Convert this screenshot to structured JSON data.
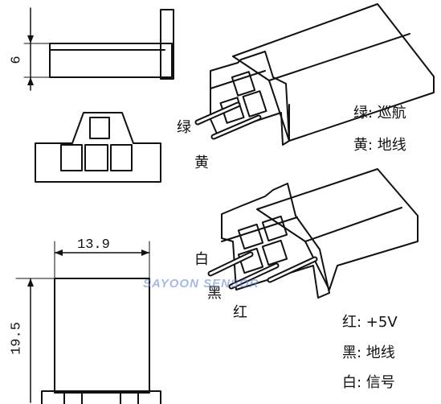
{
  "dimensions": {
    "height_small": "6",
    "width": "13.9",
    "height_large": "19.5"
  },
  "connector_3pin": {
    "wires": [
      "绿",
      "黄"
    ],
    "legend": [
      "绿: 巡航",
      "黄: 地线"
    ]
  },
  "connector_3pin_b": {
    "wires": [
      "白",
      "黑",
      "红"
    ],
    "legend": [
      "红: +5V",
      "黑: 地线",
      "白: 信号"
    ]
  },
  "watermark": "SAYOON SENSOR",
  "colors": {
    "line": "#111111",
    "watermark": "#5f7fd0"
  }
}
